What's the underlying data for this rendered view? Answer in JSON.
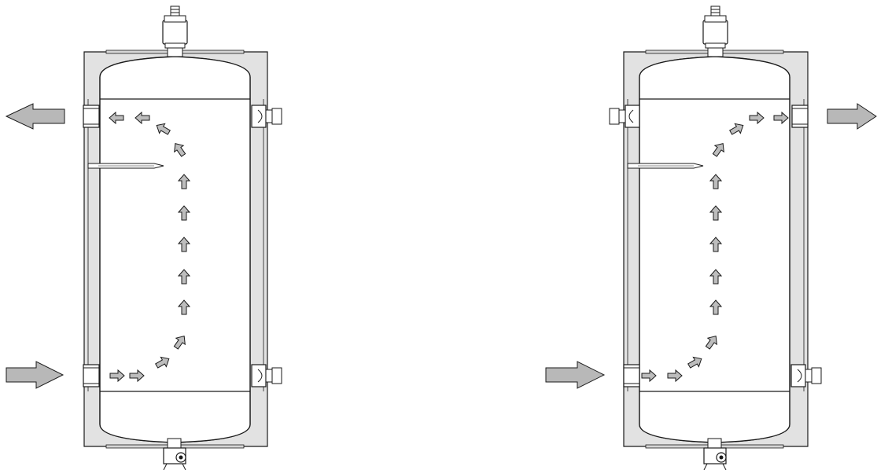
{
  "colors": {
    "stroke": "#1a1a1a",
    "insulation": "#e2e2e2",
    "tank": "#ffffff",
    "flow_arrow": "#bdbdbd",
    "big_arrow": "#b8b8b8",
    "band": "#d6d6d6"
  },
  "diagrams": [
    {
      "id": "left",
      "inlet": "left-bottom",
      "outlet": "left-top",
      "plugged_side": "right",
      "flow_arrows": [
        {
          "dir": "right",
          "count": 1
        },
        {
          "dir": "right",
          "count": 1
        },
        {
          "dir": "up-right",
          "count": 1
        },
        {
          "dir": "up-right",
          "count": 1
        },
        {
          "dir": "up",
          "count": 6
        },
        {
          "dir": "up-left",
          "count": 1
        },
        {
          "dir": "up-left",
          "count": 1
        },
        {
          "dir": "left",
          "count": 1
        },
        {
          "dir": "left",
          "count": 1
        }
      ]
    },
    {
      "id": "right",
      "inlet": "left-bottom",
      "outlet": "right-top",
      "plugged_side": "mixed",
      "flow_arrows": [
        {
          "dir": "right",
          "count": 1
        },
        {
          "dir": "right",
          "count": 1
        },
        {
          "dir": "up-right",
          "count": 1
        },
        {
          "dir": "up-right",
          "count": 1
        },
        {
          "dir": "up",
          "count": 6
        },
        {
          "dir": "up-right",
          "count": 1
        },
        {
          "dir": "up-right",
          "count": 1
        },
        {
          "dir": "right",
          "count": 1
        },
        {
          "dir": "right",
          "count": 1
        }
      ]
    }
  ]
}
